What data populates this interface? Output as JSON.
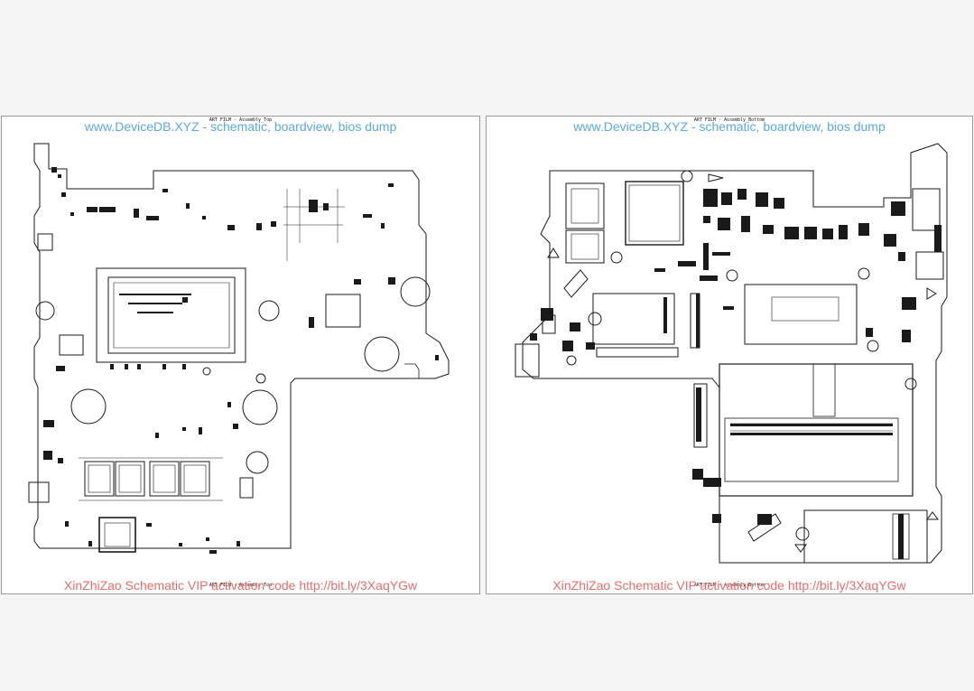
{
  "colors": {
    "background": "#f5f5f5",
    "panel": "#ffffff",
    "outline": "#1a1a1a",
    "watermark_top": "#5aa9e6",
    "watermark_bottom": "#ef6b6b"
  },
  "panels": [
    {
      "name": "assembly-top",
      "film_label_top": "ART FILM - Assembly_Top",
      "film_label_bottom": "ART FILM - Assembly_Top",
      "watermark_top": "www.DeviceDB.XYZ - schematic, boardview, bios dump",
      "watermark_bottom": "XinZhiZao Schematic VIP activation code http://bit.ly/3XaqYGw"
    },
    {
      "name": "assembly-bottom",
      "film_label_top": "ART FILM - Assembly_Bottom",
      "film_label_bottom": "ART FILM - Assembly_Bottom",
      "watermark_top": "www.DeviceDB.XYZ - schematic, boardview, bios dump",
      "watermark_bottom": "XinZhiZao Schematic VIP activation code http://bit.ly/3XaqYGw"
    }
  ]
}
